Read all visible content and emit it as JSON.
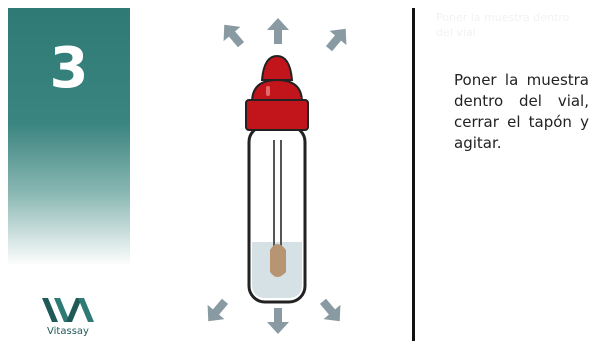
{
  "step": {
    "number": "3"
  },
  "brand": {
    "name": "Vitassay",
    "color": "#2f7a75"
  },
  "faint_header": "Poner la muestra dentro del vial",
  "instruction": {
    "text": "Poner la muestra dentro del vial, cerrar el tapón y agitar."
  },
  "illustration": {
    "icons": [
      "vial-icon",
      "dropper-cap-icon",
      "swab-icon",
      "shake-arrow-icon"
    ],
    "colors": {
      "cap": "#c2151b",
      "arrow": "#8a9aa2",
      "sample": "#b89572"
    }
  }
}
